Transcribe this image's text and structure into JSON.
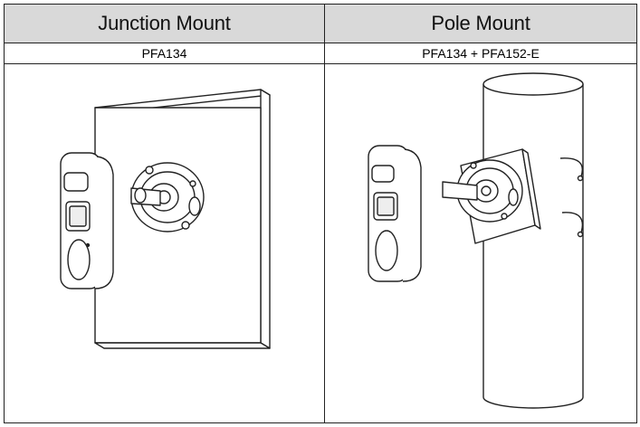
{
  "table": {
    "columns": [
      {
        "header": "Junction Mount",
        "model": "PFA134",
        "illustration_icon": "camera-wall-junction-mount-illustration"
      },
      {
        "header": "Pole Mount",
        "model": "PFA134 + PFA152-E",
        "illustration_icon": "camera-pole-mount-illustration"
      }
    ]
  }
}
